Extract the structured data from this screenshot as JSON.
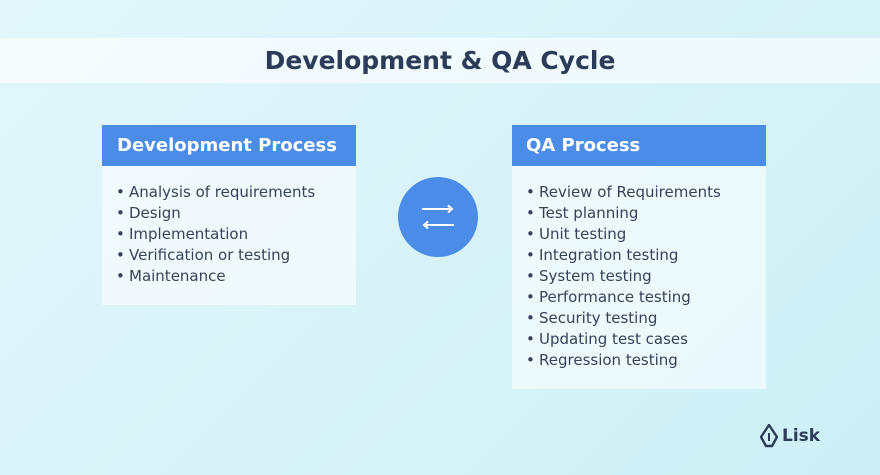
{
  "title": "Development & QA Cycle",
  "development": {
    "header": "Development Process",
    "items": [
      "Analysis of requirements",
      "Design",
      "Implementation",
      "Verification or testing",
      "Maintenance"
    ]
  },
  "qa": {
    "header": "QA Process",
    "items": [
      "Review of Requirements",
      "Test planning",
      "Unit testing",
      "Integration testing",
      "System testing",
      "Performance testing",
      "Security testing",
      "Updating test cases",
      "Regression testing"
    ]
  },
  "bullet": "•",
  "exchange_icon": "exchange-arrows-icon",
  "logo": {
    "icon": "lisk-logo-icon",
    "text": "Lisk"
  },
  "colors": {
    "accent": "#4a8ce8",
    "title_text": "#2c3c58",
    "body_text": "#36435a",
    "background": "#d8f3f8"
  }
}
